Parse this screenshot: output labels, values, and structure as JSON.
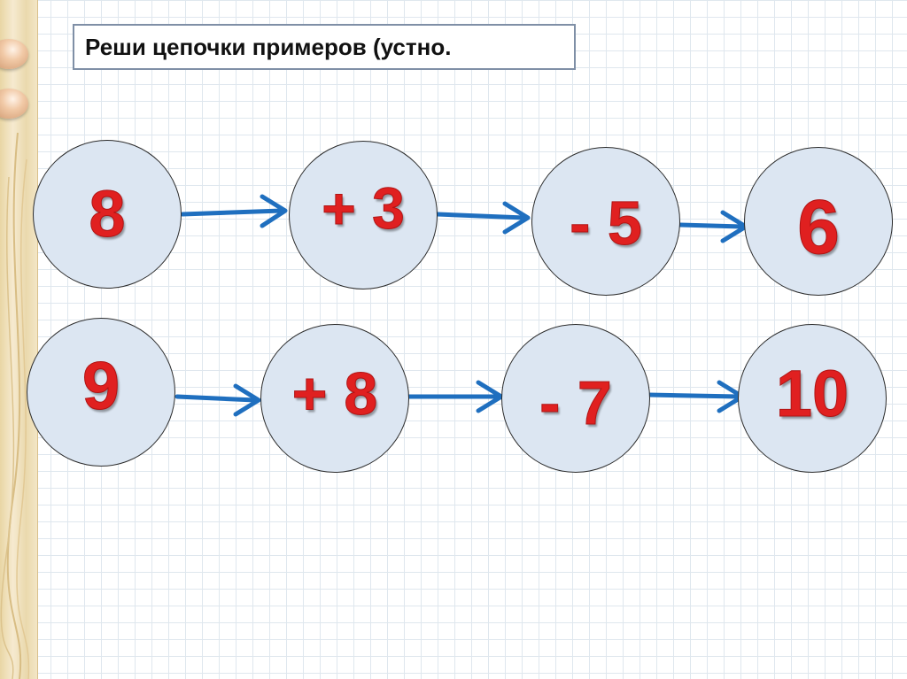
{
  "title": "Реши цепочки примеров (устно.",
  "colors": {
    "number": "#e02020",
    "circle_fill": "#dce6f2",
    "arrow": "#1f6fbf"
  },
  "chains": [
    {
      "start": "8",
      "step1": "+ 3",
      "step2": "- 5",
      "result": "6"
    },
    {
      "start": "9",
      "step1": "+ 8",
      "step2": "- 7",
      "result": "10"
    }
  ]
}
